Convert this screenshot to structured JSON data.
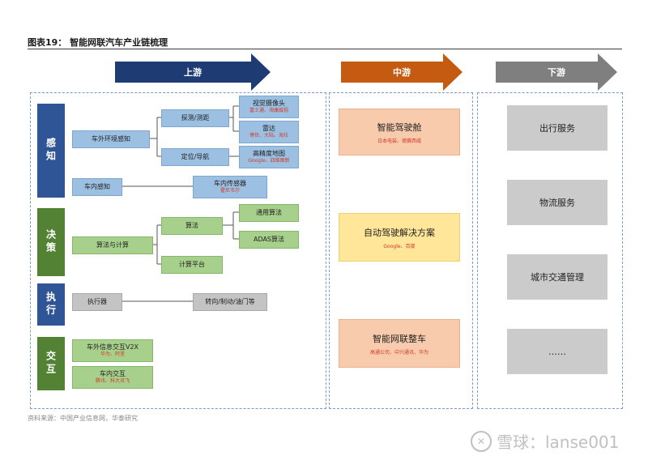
{
  "title": "图表19：  智能网联汽车产业链梳理",
  "source": "资料来源：中国产业信息网，华泰研究",
  "watermark": {
    "logo": "✕",
    "text": "雪球：lanse001"
  },
  "stages": {
    "upstream": "上游",
    "midstream": "中游",
    "downstream": "下游"
  },
  "colors": {
    "upstream": "#1f3b73",
    "midstream": "#c55a11",
    "downstream": "#7f7f7f",
    "perception": "#2f5597",
    "decision": "#548235",
    "execution": "#2f5597",
    "interaction": "#548235"
  },
  "upstream": {
    "categories": {
      "perception": "感知",
      "decision": "决策",
      "execution": "执行",
      "interaction": "交互"
    },
    "nodes": {
      "exterior_env": "车外环境感知",
      "detect_range": "探测/测距",
      "camera": {
        "label": "视觉摄像头",
        "sub": "富士通、海康威视"
      },
      "radar": {
        "label": "雷达",
        "sub": "博世、大陆、海拉"
      },
      "positioning": "定位/导航",
      "hd_map": {
        "label": "高精度地图",
        "sub": "Google、四维图新"
      },
      "interior_sense": "车内感知",
      "interior_sensor": {
        "label": "车内传感器",
        "sub": "霍尼韦尔"
      },
      "algo_compute": "算法与计算",
      "algorithm": "算法",
      "general_algo": "通用算法",
      "adas_algo": "ADAS算法",
      "compute_platform": "计算平台",
      "actuator": "执行器",
      "steer_brake": "转向/制动/油门等",
      "v2x": {
        "label": "车外信息交互V2X",
        "sub": "华为、阿里"
      },
      "in_car_interact": {
        "label": "车内交互",
        "sub": "腾讯、科大讯飞"
      }
    }
  },
  "midstream": [
    {
      "label": "智能驾驶舱",
      "sub": "日本电装、德赛西威"
    },
    {
      "label": "自动驾驶解决方案",
      "sub": "Google、百度"
    },
    {
      "label": "智能网联整车",
      "sub": "高通公司、中兴通讯、华为"
    }
  ],
  "downstream": [
    "出行服务",
    "物流服务",
    "城市交通管理",
    "……"
  ]
}
